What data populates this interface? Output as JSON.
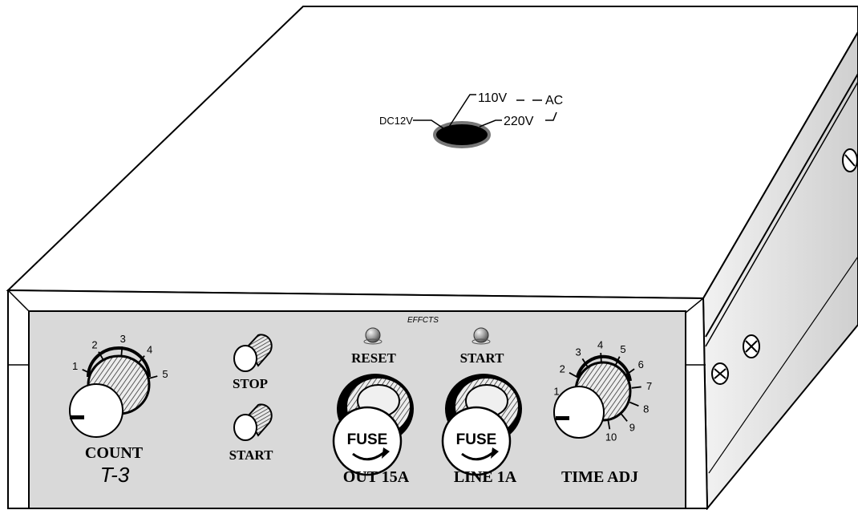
{
  "top_panel": {
    "power_labels": {
      "dc": "DC12V",
      "ac110": "110V",
      "ac": "AC",
      "ac220": "220V"
    }
  },
  "front_panel": {
    "effects_label": "EFFCTS",
    "count_knob": {
      "label": "COUNT",
      "model": "T-3",
      "scale": [
        "1",
        "2",
        "3",
        "4",
        "5"
      ]
    },
    "buttons": {
      "stop": "STOP",
      "start": "START"
    },
    "lamps": {
      "reset": "RESET",
      "start": "START"
    },
    "fuses": [
      {
        "cap_text": "FUSE",
        "label": "OUT 15A"
      },
      {
        "cap_text": "FUSE",
        "label": "LINE 1A"
      }
    ],
    "time_knob": {
      "label": "TIME ADJ",
      "scale": [
        "1",
        "2",
        "3",
        "4",
        "5",
        "6",
        "7",
        "8",
        "9",
        "10"
      ]
    }
  },
  "colors": {
    "panel_fill": "#d9d9d9",
    "top_fill": "#ffffff",
    "outline": "#000000",
    "lamp": "#9a9a9a"
  }
}
